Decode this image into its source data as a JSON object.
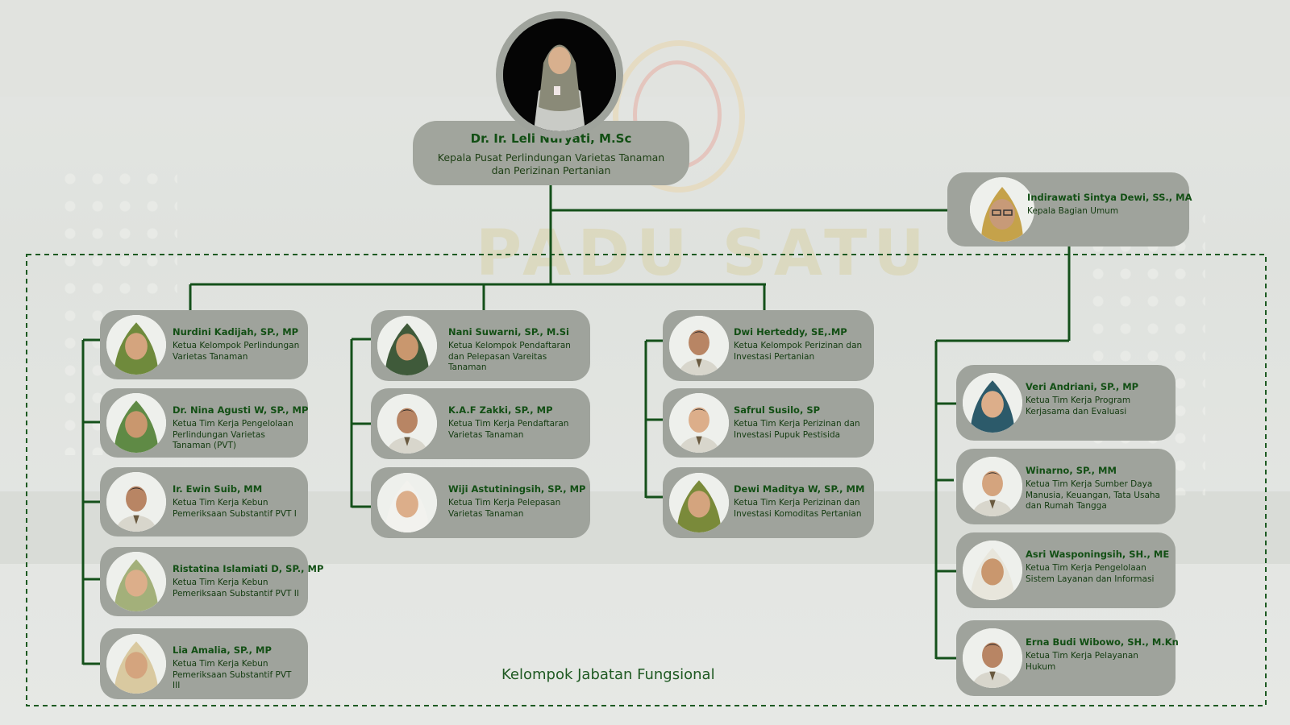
{
  "head": {
    "name": "Dr. Ir. Leli Nuryati, M.Sc",
    "role": "Kepala Pusat Perlindungan Varietas Tanaman dan Perizinan  Pertanian"
  },
  "general_affairs": {
    "name": "Indirawati Sintya Dewi, SS., MA",
    "role": "Kepala Bagian Umum"
  },
  "columns": [
    [
      {
        "name": "Nurdini Kadijah, SP., MP",
        "role": "Ketua Kelompok Perlindungan Varietas Tanaman",
        "hijab": "#6f8a3c"
      },
      {
        "name": "Dr. Nina Agusti W, SP., MP",
        "role": "Ketua Tim Kerja Pengelolaan Perlindungan Varietas Tanaman (PVT)",
        "hijab": "#5f8a45"
      },
      {
        "name": "Ir. Ewin Suib, MM",
        "role": "Ketua Tim Kerja Kebun Pemeriksaan Substantif PVT I",
        "hijab": ""
      },
      {
        "name": "Ristatina Islamiati D, SP., MP",
        "role": "Ketua Tim Kerja Kebun Pemeriksaan Substantif PVT II",
        "hijab": "#a3b07a"
      },
      {
        "name": "Lia Amalia, SP., MP",
        "role": "Ketua Tim Kerja Kebun Pemeriksaan Substantif PVT III",
        "hijab": "#d9c9a0"
      }
    ],
    [
      {
        "name": "Nani Suwarni, SP., M.Si",
        "role": "Ketua Kelompok Pendaftaran dan Pelepasan Vareitas Tanaman",
        "hijab": "#3f5a3a"
      },
      {
        "name": "K.A.F Zakki, SP., MP",
        "role": "Ketua Tim Kerja Pendaftaran Varietas Tanaman",
        "hijab": ""
      },
      {
        "name": "Wiji Astutiningsih, SP., MP",
        "role": "Ketua Tim Kerja Pelepasan Varietas Tanaman",
        "hijab": "#f2f2ee"
      }
    ],
    [
      {
        "name": "Dwi Herteddy, SE,.MP",
        "role": "Ketua Kelompok Perizinan dan Investasi Pertanian",
        "hijab": ""
      },
      {
        "name": "Safrul Susilo, SP",
        "role": "Ketua Tim Kerja Perizinan dan Investasi Pupuk Pestisida",
        "hijab": ""
      },
      {
        "name": "Dewi Maditya W, SP., MM",
        "role": "Ketua Tim Kerja Perizinan dan Investasi Komoditas Pertanian",
        "hijab": "#7a8a3a"
      }
    ],
    [
      {
        "name": "Veri Andriani, SP., MP",
        "role": "Ketua Tim Kerja Program Kerjasama dan Evaluasi",
        "hijab": "#2c5a6a"
      },
      {
        "name": "Winarno, SP., MM",
        "role": "Ketua Tim Kerja Sumber Daya Manusia, Keuangan, Tata Usaha dan Rumah Tangga",
        "hijab": ""
      },
      {
        "name": "Asri Wasponingsih, SH., ME",
        "role": "Ketua Tim Kerja Pengelolaan Sistem Layanan dan Informasi",
        "hijab": "#e8e6dc"
      },
      {
        "name": "Erna Budi Wibowo, SH., M.Kn",
        "role": "Ketua Tim Kerja Pelayanan Hukum",
        "hijab": ""
      }
    ]
  ],
  "group_label": "Kelompok Jabatan Fungsional",
  "colors": {
    "line": "#14501a",
    "card": "#9fa39c",
    "name_text": "#124f14",
    "role_text": "#133b10",
    "dashed_frame": "#1d5a22"
  }
}
